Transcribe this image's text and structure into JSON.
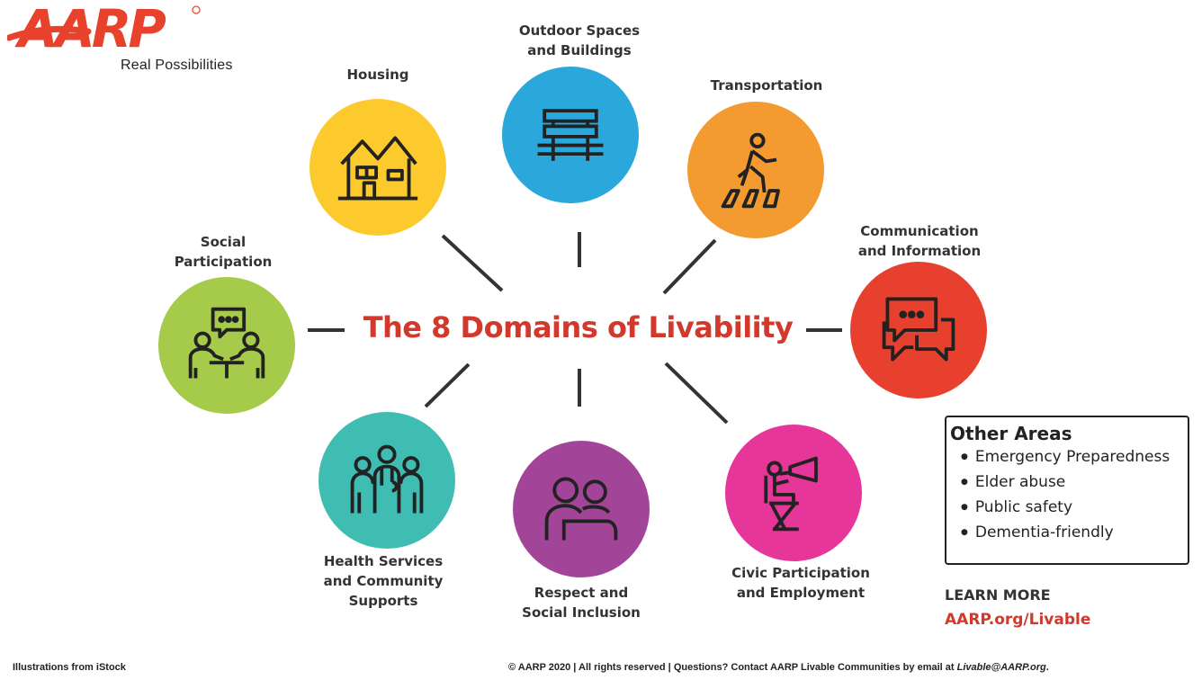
{
  "logo": {
    "wordmark": "AARP",
    "tagline_a": "Real ",
    "tagline_b": "Possibilities",
    "brand_color": "#e8412c"
  },
  "title": "The 8 Domains of Livability",
  "domains": [
    {
      "line1": "Outdoor Spaces",
      "line2": "and Buildings",
      "color": "#2aa8dc",
      "icon": "bench-icon"
    },
    {
      "line1": "Transportation",
      "line2": "",
      "color": "#f39a31",
      "icon": "pedestrian-crossing-icon"
    },
    {
      "line1": "Communication",
      "line2": "and Information",
      "color": "#e8402e",
      "icon": "chat-bubbles-icon"
    },
    {
      "line1": "Civic Participation",
      "line2": "and Employment",
      "color": "#e7369a",
      "icon": "megaphone-person-icon"
    },
    {
      "line1": "Respect and",
      "line2": "Social Inclusion",
      "color": "#a24598",
      "icon": "two-people-embrace-icon"
    },
    {
      "line1": "Health Services",
      "line2": "and Community",
      "line3": "Supports",
      "color": "#3fbdb3",
      "icon": "medical-team-icon"
    },
    {
      "line1": "Social",
      "line2": "Participation",
      "color": "#a6ca4a",
      "icon": "conversation-table-icon"
    },
    {
      "line1": "Housing",
      "line2": "",
      "color": "#fcca2d",
      "icon": "house-icon"
    }
  ],
  "other_areas": {
    "title": "Other Areas",
    "items": [
      "Emergency Preparedness",
      "Elder abuse",
      "Public safety",
      "Dementia-friendly"
    ]
  },
  "learn_more": {
    "label": "LEARN MORE",
    "link": "AARP.org/Livable"
  },
  "footer": {
    "left": "Illustrations from iStock",
    "right_prefix": "© AARP 2020 | All rights reserved | Questions? Contact AARP Livable Communities by email at ",
    "email": "Livable@AARP.org",
    "right_suffix": "."
  }
}
